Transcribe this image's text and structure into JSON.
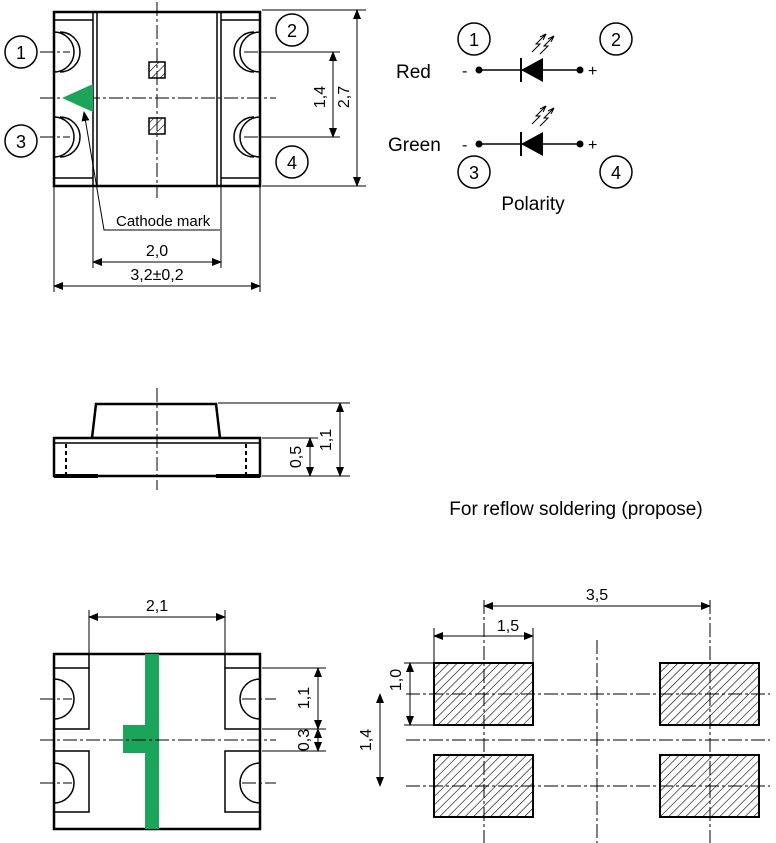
{
  "top_view": {
    "pin1": "1",
    "pin2": "2",
    "pin3": "3",
    "pin4": "4",
    "cathode_label": "Cathode mark",
    "dim_width_inner": "2,0",
    "dim_width_total": "3,2±0,2",
    "dim_height_inner": "1,4",
    "dim_height_total": "2,7",
    "accent_color": "#1aa55a"
  },
  "polarity": {
    "red_label": "Red",
    "green_label": "Green",
    "minus": "-",
    "plus": "+",
    "pin1": "1",
    "pin2": "2",
    "pin3": "3",
    "pin4": "4",
    "caption": "Polarity"
  },
  "side_view": {
    "dim_pad": "0,5",
    "dim_height": "1,1"
  },
  "reflow_title": "For reflow soldering (propose)",
  "bottom_view": {
    "dim_width": "2,1",
    "dim_pad": "1,1",
    "dim_gap": "0,3",
    "accent_color": "#1aa55a"
  },
  "footprint": {
    "dim_pitch": "3,5",
    "dim_pad_w": "1,5",
    "dim_pad_h": "1,0",
    "dim_row_pitch": "1,4"
  }
}
